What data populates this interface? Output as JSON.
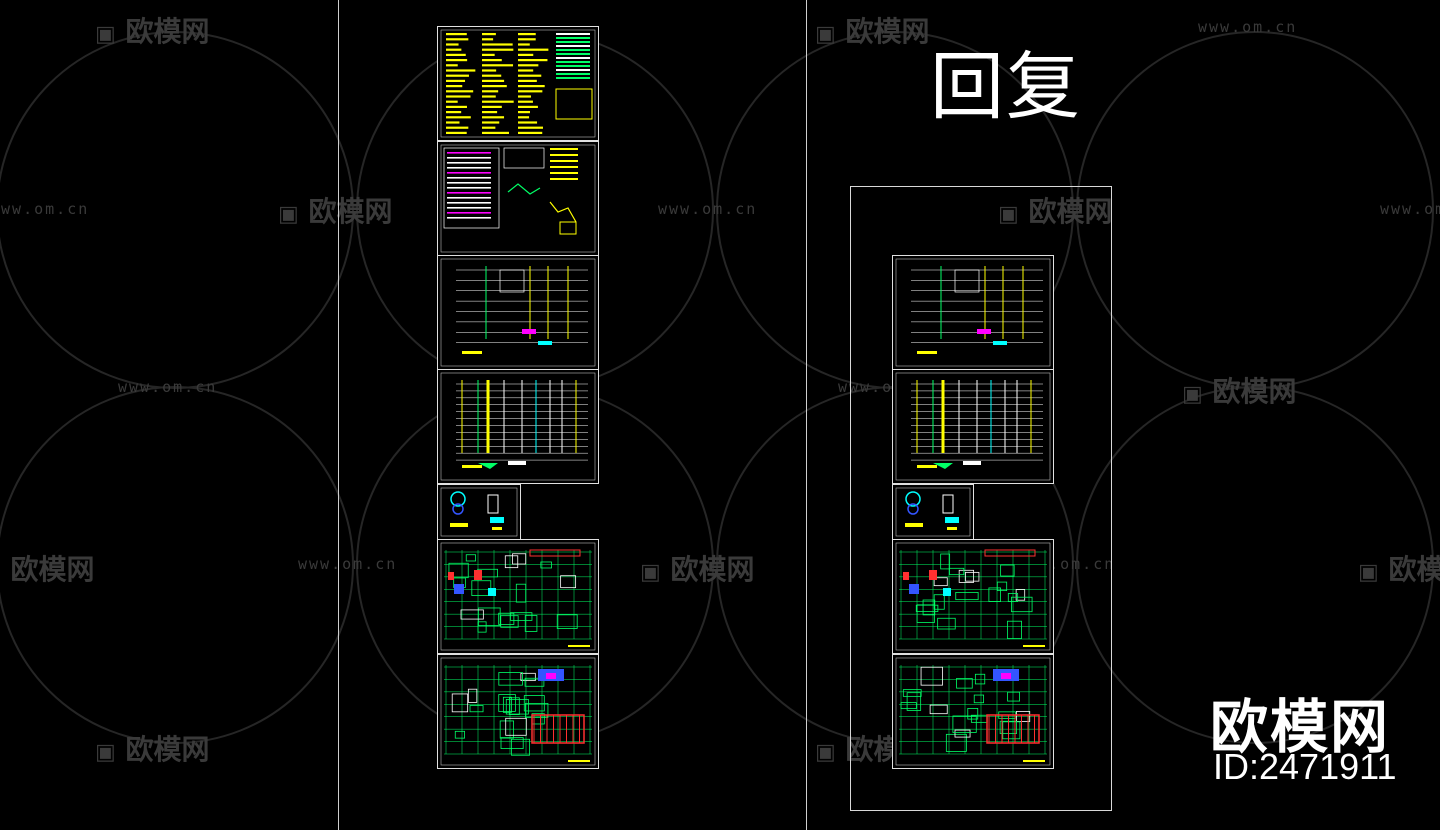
{
  "watermark": {
    "brand": "欧模网",
    "url": "www.om.cn",
    "color": "#3a3a3a"
  },
  "overlay": {
    "reply_label": "回复",
    "brand_big": "欧模网",
    "asset_id": "ID:2471911"
  },
  "cad": {
    "colors": {
      "yellow": "#ffff00",
      "green": "#00ff66",
      "cyan": "#00ffff",
      "red": "#ff3030",
      "magenta": "#ff00ff",
      "white": "#ffffff",
      "blue": "#3355ff"
    },
    "left_sheets": [
      {
        "kind": "notes-yellow"
      },
      {
        "kind": "notes-mixed"
      },
      {
        "kind": "riser-small"
      },
      {
        "kind": "riser-large"
      },
      {
        "kind": "details"
      },
      {
        "kind": "plan-red"
      },
      {
        "kind": "plan-red-2"
      }
    ],
    "right_sheets": [
      {
        "kind": "riser-small"
      },
      {
        "kind": "riser-large"
      },
      {
        "kind": "details"
      },
      {
        "kind": "plan-red"
      },
      {
        "kind": "plan-red-2"
      }
    ]
  }
}
